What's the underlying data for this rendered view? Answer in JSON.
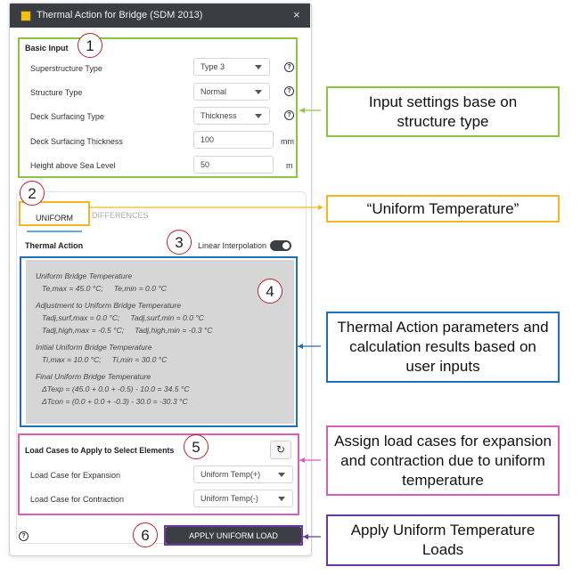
{
  "window": {
    "title": "Thermal Action for Bridge (SDM 2013)",
    "close": "×"
  },
  "basic_input": {
    "heading": "Basic Input",
    "rows": [
      {
        "label": "Superstructure Type",
        "value": "Type 3"
      },
      {
        "label": "Structure Type",
        "value": "Normal"
      },
      {
        "label": "Deck Surfacing Type",
        "value": "Thickness"
      },
      {
        "label": "Deck Surfacing Thickness",
        "value": "100",
        "unit": "mm"
      },
      {
        "label": "Height above Sea Level",
        "value": "50",
        "unit": "m"
      }
    ]
  },
  "tabs": [
    {
      "label": "UNIFORM",
      "active": true
    },
    {
      "label": "DIFFERENCES",
      "active": false
    }
  ],
  "thermal_action": {
    "heading": "Thermal Action",
    "toggle_label": "Linear Interpolation",
    "toggle_on": true
  },
  "results": [
    "Uniform Bridge Temperature",
    "Te,max = 45.0 °C;     Te,min = 0.0 °C",
    "Adjustment to Uniform Bridge Temperature",
    "Tadj,surf,max = 0.0 °C;     Tadj,surf,min = 0.0 °C",
    "Tadj,high,max = -0.5 °C;     Tadj,high,min = -0.3 °C",
    "Initial Uniform Bridge Temperature",
    "Ti,max = 10.0 °C;     Ti,min = 30.0 °C",
    "Final Uniform Bridge Temperature",
    "ΔTexp = (45.0 + 0.0 + -0.5) - 10.0 = 34.5 °C",
    "ΔTcon = (0.0 + 0.0 + -0.3) - 30.0 = -30.3 °C"
  ],
  "load_cases": {
    "heading": "Load Cases to Apply to Select Elements",
    "refresh_icon": "↻",
    "rows": [
      {
        "label": "Load Case for Expansion",
        "value": "Uniform Temp(+)"
      },
      {
        "label": "Load Case for Contraction",
        "value": "Uniform Temp(-)"
      }
    ]
  },
  "footer": {
    "help": "?",
    "apply_label": "APPLY UNIFORM LOAD"
  },
  "markers": [
    "1",
    "2",
    "3",
    "4",
    "5",
    "6"
  ],
  "callouts": [
    "Input settings base on structure type",
    "“Uniform Temperature”",
    "Thermal Action parameters and calculation results based on user inputs",
    "Assign load cases for expansion and contraction due to uniform temperature",
    "Apply Uniform Temperature Loads"
  ],
  "colors": {
    "green": "#8cc63f",
    "yellow": "#f3b61f",
    "blue": "#1f6fb5",
    "pink": "#d65fb8",
    "purple": "#6a3aa0",
    "button": "#3b3e44"
  }
}
